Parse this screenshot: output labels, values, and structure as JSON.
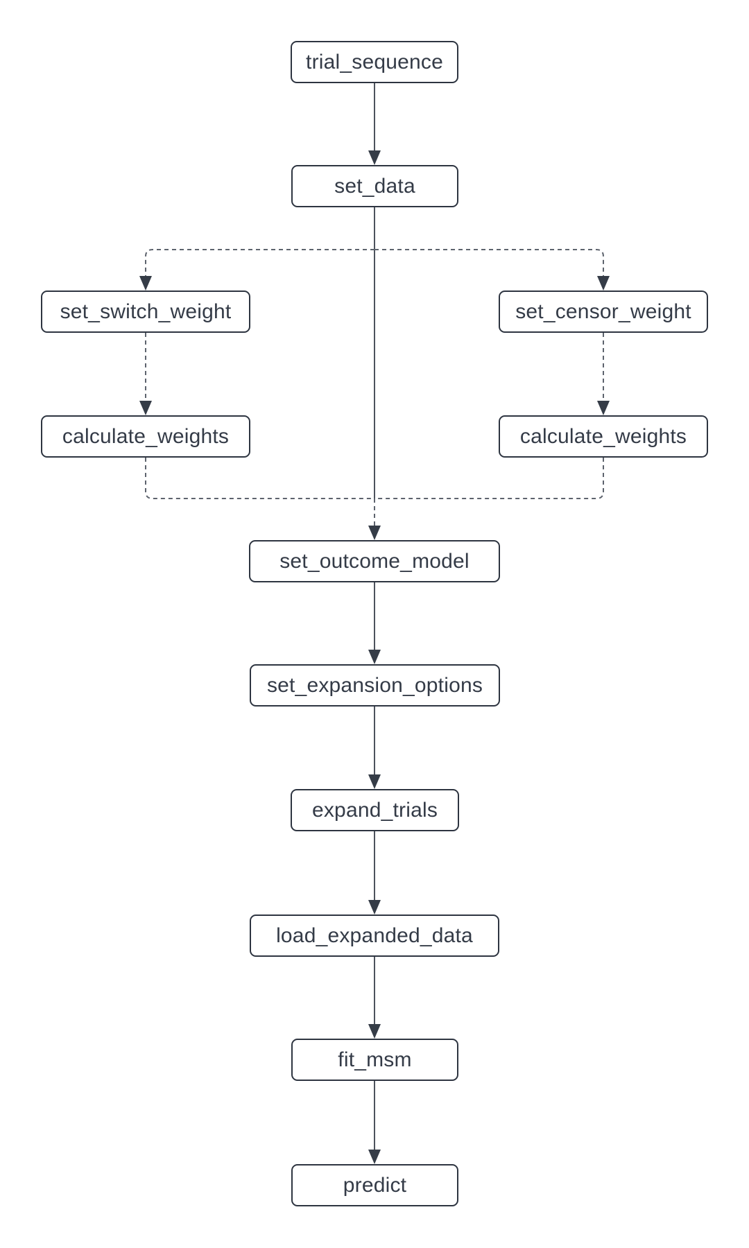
{
  "diagram": {
    "type": "flowchart",
    "background": "#ffffff",
    "colors": {
      "node_fill": "#ffffff",
      "node_border": "#2d3440",
      "node_text": "#343b47",
      "solid_edge": "#4c525c",
      "dashed_edge": "#5d636d",
      "arrowhead": "#353c47"
    },
    "nodes": [
      {
        "id": "trial_sequence",
        "label": "trial_sequence"
      },
      {
        "id": "set_data",
        "label": "set_data"
      },
      {
        "id": "set_switch_weight",
        "label": "set_switch_weight"
      },
      {
        "id": "set_censor_weight",
        "label": "set_censor_weight"
      },
      {
        "id": "calculate_weights_left",
        "label": "calculate_weights"
      },
      {
        "id": "calculate_weights_right",
        "label": "calculate_weights"
      },
      {
        "id": "set_outcome_model",
        "label": "set_outcome_model"
      },
      {
        "id": "set_expansion_options",
        "label": "set_expansion_options"
      },
      {
        "id": "expand_trials",
        "label": "expand_trials"
      },
      {
        "id": "load_expanded_data",
        "label": "load_expanded_data"
      },
      {
        "id": "fit_msm",
        "label": "fit_msm"
      },
      {
        "id": "predict",
        "label": "predict"
      }
    ],
    "edges": [
      {
        "from": "trial_sequence",
        "to": "set_data",
        "style": "solid"
      },
      {
        "from": "set_data",
        "to": "set_outcome_model",
        "style": "solid"
      },
      {
        "from": "set_data",
        "to": "set_switch_weight",
        "style": "dashed"
      },
      {
        "from": "set_data",
        "to": "set_censor_weight",
        "style": "dashed"
      },
      {
        "from": "set_switch_weight",
        "to": "calculate_weights_left",
        "style": "dashed"
      },
      {
        "from": "set_censor_weight",
        "to": "calculate_weights_right",
        "style": "dashed"
      },
      {
        "from": "calculate_weights_left",
        "to": "set_outcome_model",
        "style": "dashed"
      },
      {
        "from": "calculate_weights_right",
        "to": "set_outcome_model",
        "style": "dashed"
      },
      {
        "from": "set_outcome_model",
        "to": "set_expansion_options",
        "style": "solid"
      },
      {
        "from": "set_expansion_options",
        "to": "expand_trials",
        "style": "solid"
      },
      {
        "from": "expand_trials",
        "to": "load_expanded_data",
        "style": "solid"
      },
      {
        "from": "load_expanded_data",
        "to": "fit_msm",
        "style": "solid"
      },
      {
        "from": "fit_msm",
        "to": "predict",
        "style": "solid"
      }
    ]
  }
}
